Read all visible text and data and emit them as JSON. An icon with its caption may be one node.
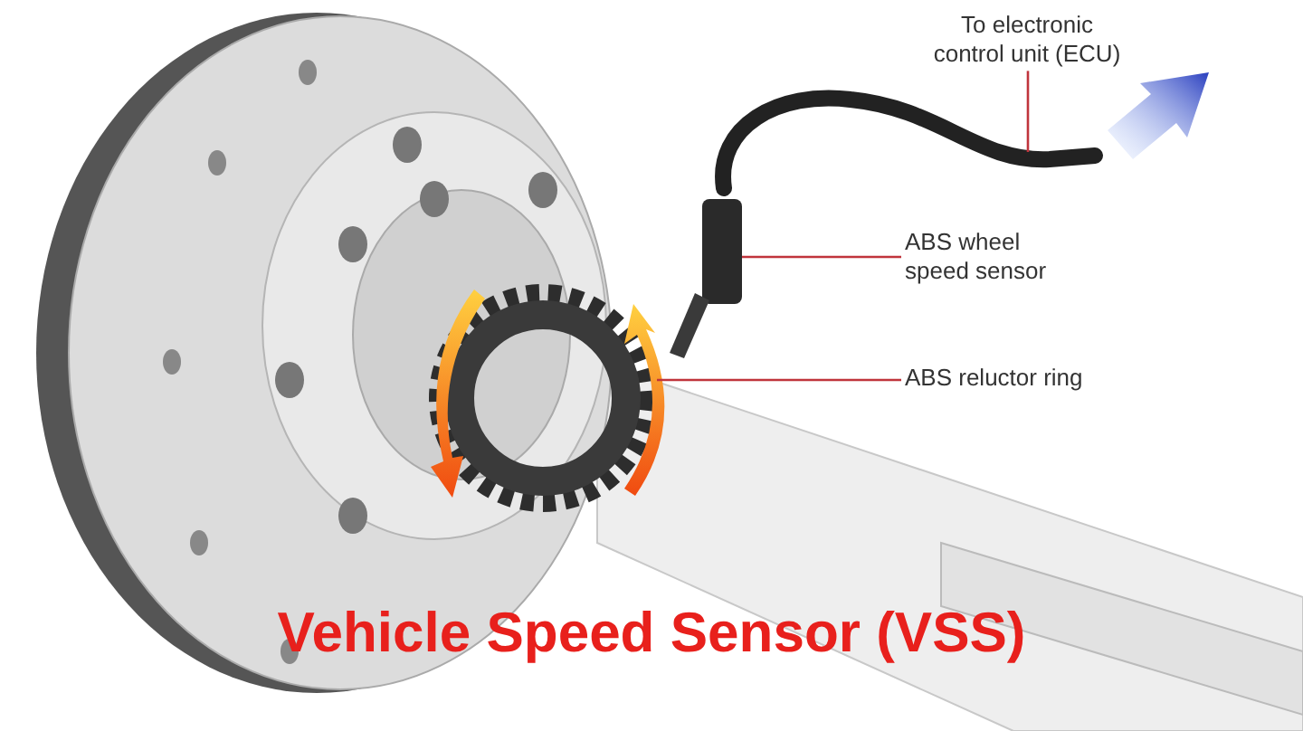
{
  "diagram": {
    "title": "Vehicle Speed Sensor (VSS)",
    "nodes": [
      {
        "text": [
          "To electronic control unit (ECU)"
        ]
      },
      {
        "text": [],
        "shape": "picture"
      },
      {
        "text": [
          "ABS wheel speed sensor"
        ]
      },
      {
        "text": [],
        "shape": "picture"
      },
      {
        "text": [
          "ABS reluctor ring"
        ]
      },
      {
        "text": [],
        "shape": "picture"
      }
    ],
    "edges": [
      {
        "from": 0,
        "to": 1,
        "arrow": "none"
      },
      {
        "from": 2,
        "to": 3,
        "arrow": "none"
      },
      {
        "from": 4,
        "to": 5,
        "arrow": "none"
      }
    ]
  }
}
